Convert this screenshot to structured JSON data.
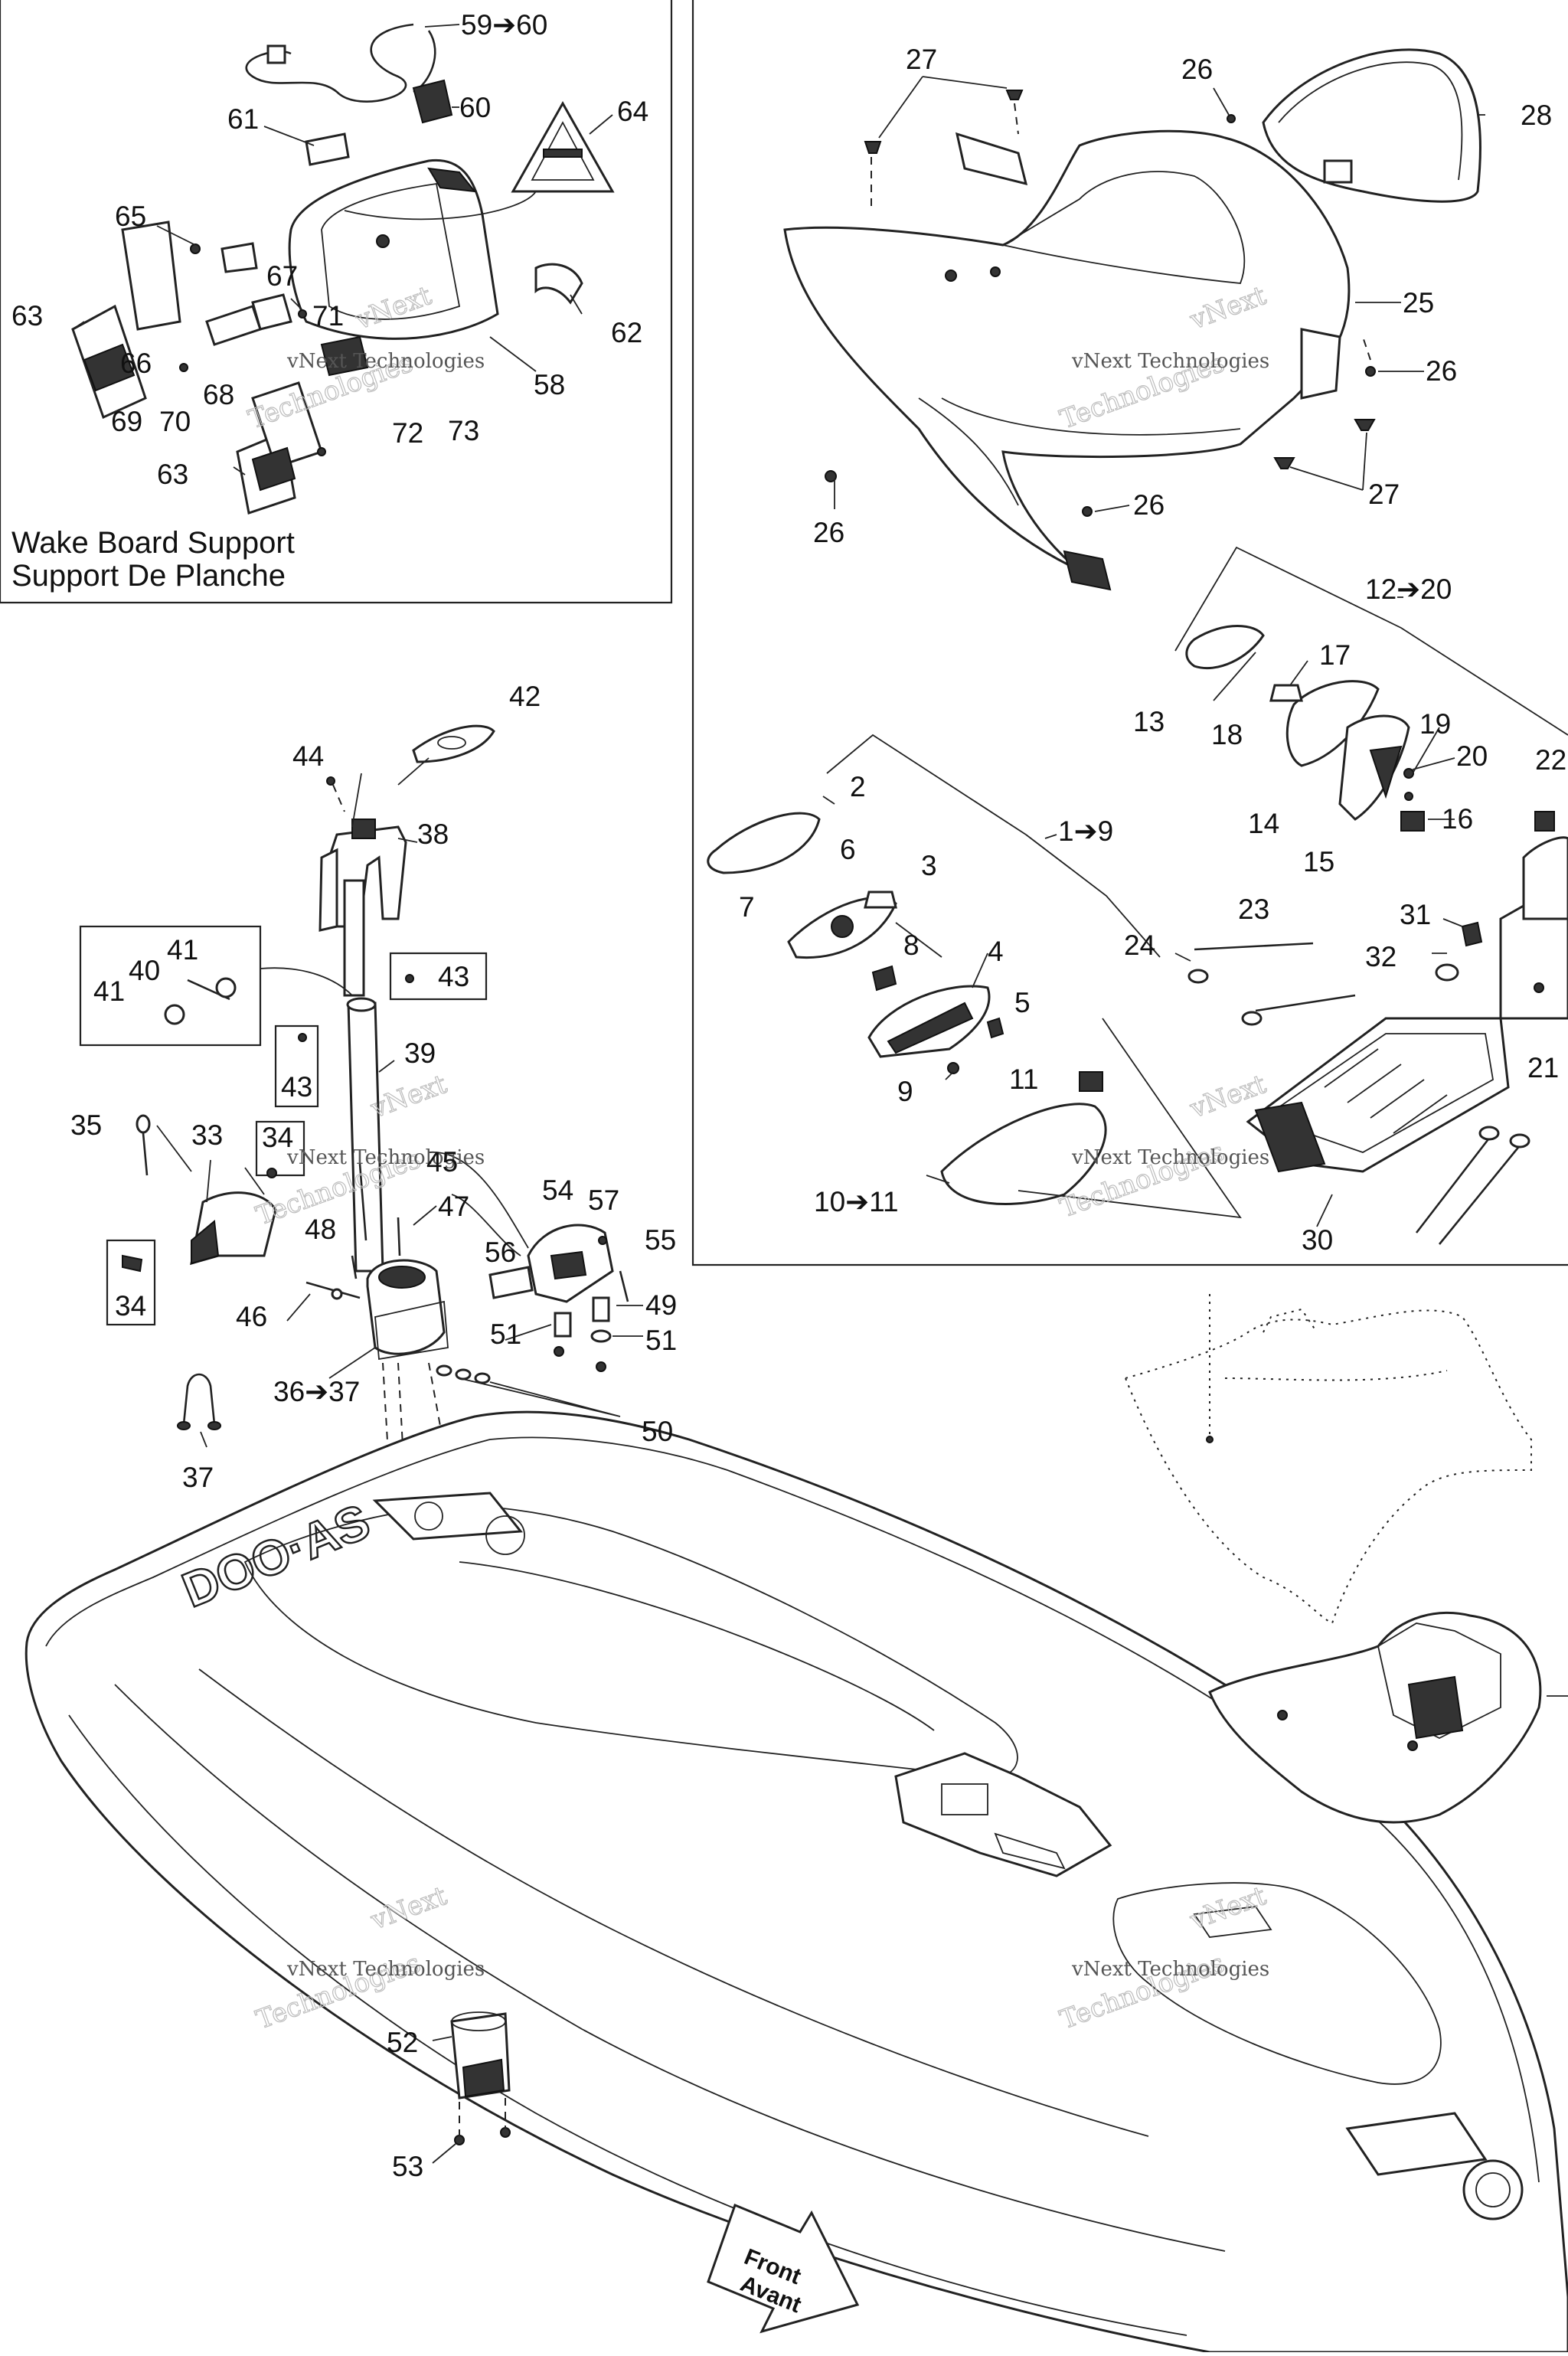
{
  "inset": {
    "title_line1": "Wake Board Support",
    "title_line2": "Support De Planche"
  },
  "front_arrow": {
    "line1": "Front",
    "line2": "Avant"
  },
  "watermark": {
    "line1": "vNext",
    "line2": "Technologies",
    "full": "vNext Technologies"
  },
  "callouts": [
    {
      "id": "c59",
      "text": "59➔60"
    },
    {
      "id": "c60",
      "text": "60"
    },
    {
      "id": "c61",
      "text": "61"
    },
    {
      "id": "c64",
      "text": "64"
    },
    {
      "id": "c65",
      "text": "65"
    },
    {
      "id": "c67",
      "text": "67"
    },
    {
      "id": "c71",
      "text": "71"
    },
    {
      "id": "c63a",
      "text": "63"
    },
    {
      "id": "c66",
      "text": "66"
    },
    {
      "id": "c62",
      "text": "62"
    },
    {
      "id": "c58",
      "text": "58"
    },
    {
      "id": "c69",
      "text": "69"
    },
    {
      "id": "c70",
      "text": "70"
    },
    {
      "id": "c68",
      "text": "68"
    },
    {
      "id": "c72",
      "text": "72"
    },
    {
      "id": "c73",
      "text": "73"
    },
    {
      "id": "c63b",
      "text": "63"
    },
    {
      "id": "c27a",
      "text": "27"
    },
    {
      "id": "c26a",
      "text": "26"
    },
    {
      "id": "c28",
      "text": "28"
    },
    {
      "id": "c25",
      "text": "25"
    },
    {
      "id": "c26b",
      "text": "26"
    },
    {
      "id": "c27b",
      "text": "27"
    },
    {
      "id": "c26c",
      "text": "26"
    },
    {
      "id": "c26d",
      "text": "26"
    },
    {
      "id": "c12",
      "text": "12➔20"
    },
    {
      "id": "c13",
      "text": "13"
    },
    {
      "id": "c17",
      "text": "17"
    },
    {
      "id": "c18",
      "text": "18"
    },
    {
      "id": "c19",
      "text": "19"
    },
    {
      "id": "c20",
      "text": "20"
    },
    {
      "id": "c14",
      "text": "14"
    },
    {
      "id": "c16",
      "text": "16"
    },
    {
      "id": "c15",
      "text": "15"
    },
    {
      "id": "c22",
      "text": "22"
    },
    {
      "id": "c2",
      "text": "2"
    },
    {
      "id": "c1",
      "text": "1➔9"
    },
    {
      "id": "c6",
      "text": "6"
    },
    {
      "id": "c3",
      "text": "3"
    },
    {
      "id": "c7",
      "text": "7"
    },
    {
      "id": "c8",
      "text": "8"
    },
    {
      "id": "c4",
      "text": "4"
    },
    {
      "id": "c5",
      "text": "5"
    },
    {
      "id": "c9",
      "text": "9"
    },
    {
      "id": "c11",
      "text": "11"
    },
    {
      "id": "c23",
      "text": "23"
    },
    {
      "id": "c24",
      "text": "24"
    },
    {
      "id": "c31",
      "text": "31"
    },
    {
      "id": "c32",
      "text": "32"
    },
    {
      "id": "c21",
      "text": "21"
    },
    {
      "id": "c10",
      "text": "10➔11"
    },
    {
      "id": "c30",
      "text": "30"
    },
    {
      "id": "c42",
      "text": "42"
    },
    {
      "id": "c44",
      "text": "44"
    },
    {
      "id": "c38",
      "text": "38"
    },
    {
      "id": "c41a",
      "text": "41"
    },
    {
      "id": "c40",
      "text": "40"
    },
    {
      "id": "c41b",
      "text": "41"
    },
    {
      "id": "c43a",
      "text": "43"
    },
    {
      "id": "c43b",
      "text": "43"
    },
    {
      "id": "c39",
      "text": "39"
    },
    {
      "id": "c35",
      "text": "35"
    },
    {
      "id": "c33",
      "text": "33"
    },
    {
      "id": "c34a",
      "text": "34"
    },
    {
      "id": "c45",
      "text": "45"
    },
    {
      "id": "c47",
      "text": "47"
    },
    {
      "id": "c54",
      "text": "54"
    },
    {
      "id": "c57",
      "text": "57"
    },
    {
      "id": "c55",
      "text": "55"
    },
    {
      "id": "c48",
      "text": "48"
    },
    {
      "id": "c56",
      "text": "56"
    },
    {
      "id": "c34b",
      "text": "34"
    },
    {
      "id": "c49",
      "text": "49"
    },
    {
      "id": "c46",
      "text": "46"
    },
    {
      "id": "c51a",
      "text": "51"
    },
    {
      "id": "c51b",
      "text": "51"
    },
    {
      "id": "c36",
      "text": "36➔37"
    },
    {
      "id": "c50",
      "text": "50"
    },
    {
      "id": "c37",
      "text": "37"
    },
    {
      "id": "c52",
      "text": "52"
    },
    {
      "id": "c53",
      "text": "53"
    }
  ]
}
